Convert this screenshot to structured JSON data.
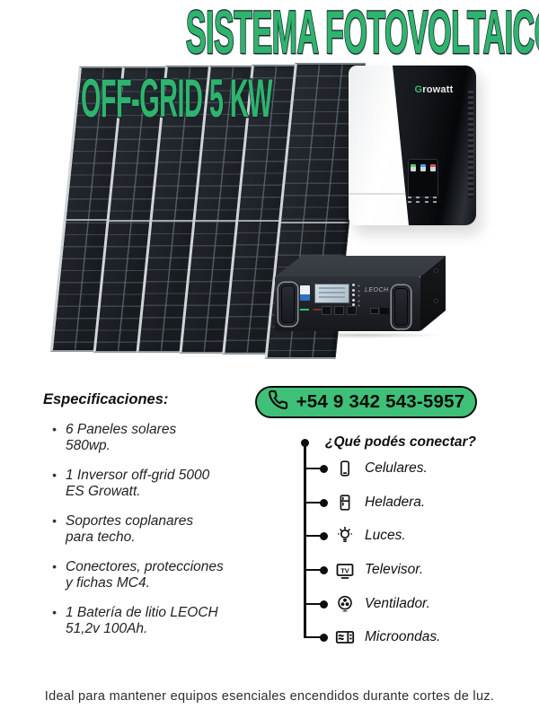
{
  "title": {
    "line1": "SISTEMA FOTOVOLTAICO",
    "line2": "OFF-GRID 5 KW"
  },
  "colors": {
    "title_green": "#2fb46d",
    "title_outline": "#17222e",
    "pill_green": "#3ec078",
    "panel_dark": "#20252a",
    "growatt_green": "#3cb56f"
  },
  "contact": {
    "icon": "phone-icon",
    "phone": "+54 9 342 543-5957"
  },
  "specs": {
    "heading": "Especificaciones:",
    "items": [
      "6 Paneles solares\n580wp.",
      " 1 Inversor off-grid 5000\nES Growatt.",
      "Soportes coplanares\npara techo.",
      "Conectores, protecciones\ny fichas MC4.",
      "1 Batería de litio LEOCH\n51,2v 100Ah."
    ]
  },
  "connect": {
    "heading": "¿Qué podés conectar?",
    "tv_icon_text": "TV",
    "items": [
      {
        "icon": "smartphone-icon",
        "label": "Celulares."
      },
      {
        "icon": "fridge-icon",
        "label": "Heladera."
      },
      {
        "icon": "bulb-icon",
        "label": "Luces."
      },
      {
        "icon": "tv-icon",
        "label": "Televisor."
      },
      {
        "icon": "fan-icon",
        "label": "Ventilador."
      },
      {
        "icon": "microwave-icon",
        "label": "Microondas."
      }
    ]
  },
  "products": {
    "inverter_brand_g": "G",
    "inverter_brand_rest": "rowatt",
    "battery_brand": "LEOCH"
  },
  "footer": {
    "text": "Ideal para mantener equipos esenciales encendidos durante cortes de luz."
  }
}
